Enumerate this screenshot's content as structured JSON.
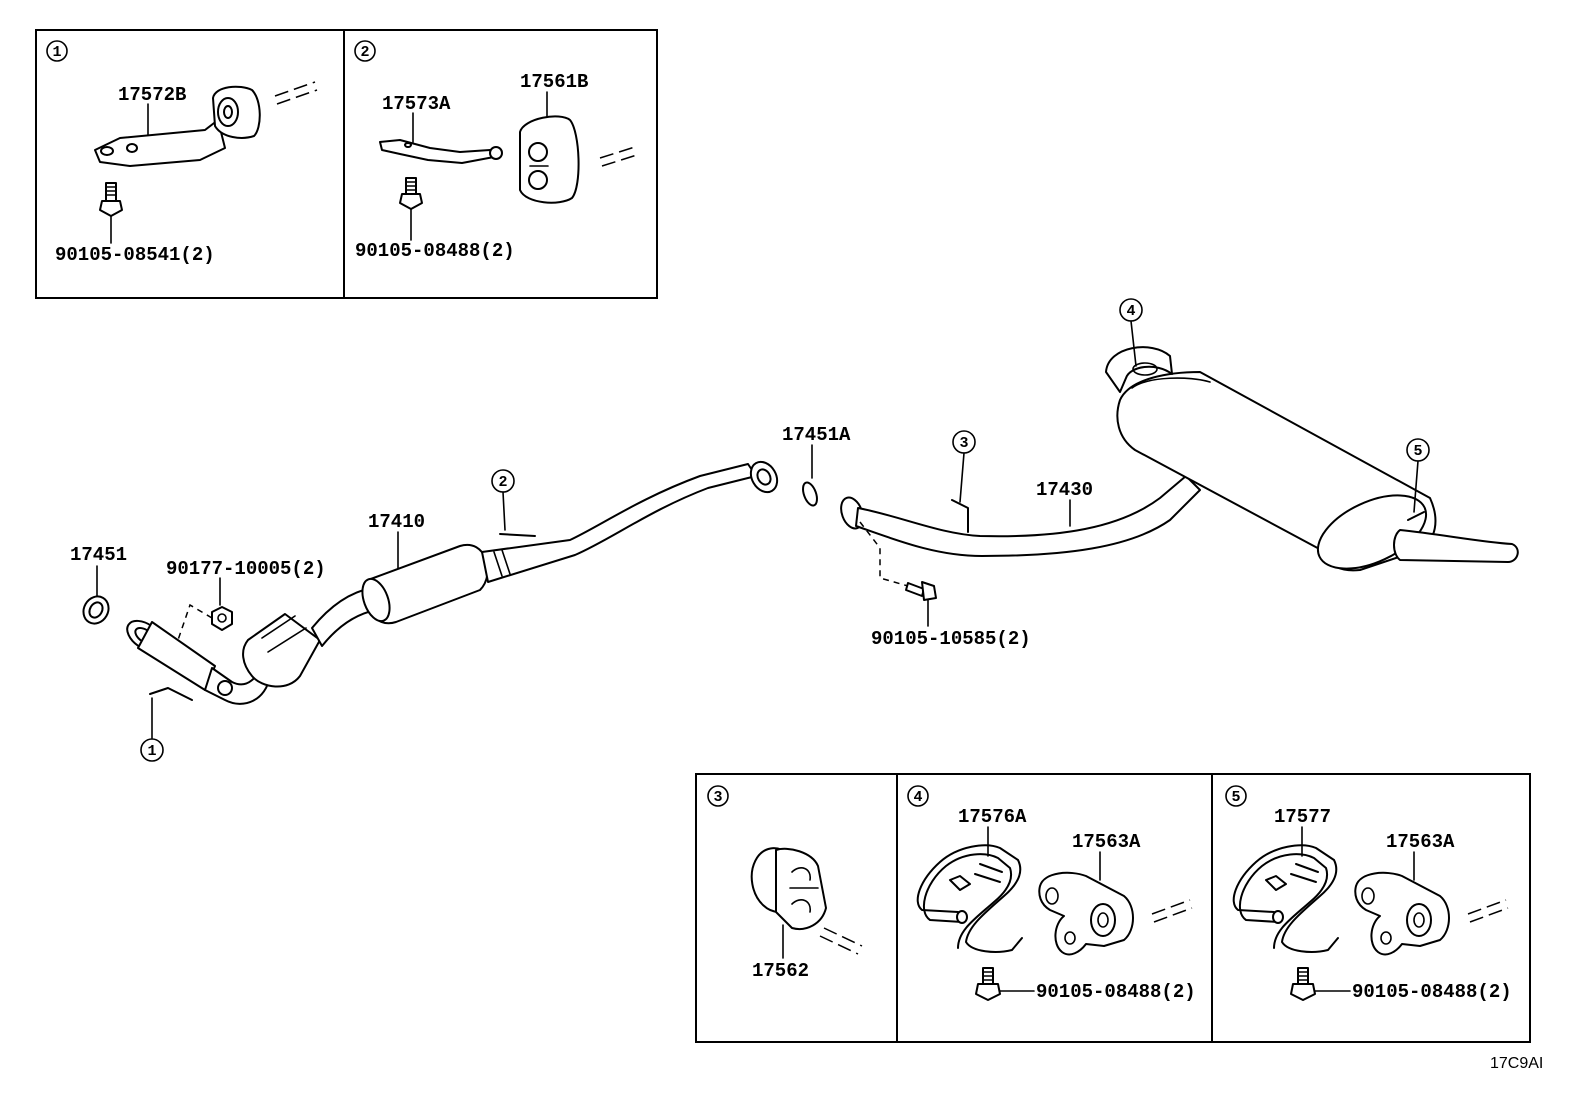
{
  "diagram_code": "17C9AI",
  "callouts": [
    "1",
    "2",
    "3",
    "4",
    "5"
  ],
  "parts": {
    "exhaust_gasket_front": "17451",
    "exhaust_gasket_mid": "17451A",
    "front_pipe": "17410",
    "tail_pipe": "17430",
    "nut_front": "90177-10005(2)",
    "bolt_center": "90105-10585(2)"
  },
  "inset_1": {
    "callout": "1",
    "bracket": "17572B",
    "bolt": "90105-08541(2)"
  },
  "inset_2": {
    "callout": "2",
    "bracket": "17573A",
    "hanger": "17561B",
    "bolt": "90105-08488(2)"
  },
  "inset_3": {
    "callout": "3",
    "hanger": "17562"
  },
  "inset_4": {
    "callout": "4",
    "bracket": "17576A",
    "hanger": "17563A",
    "bolt": "90105-08488(2)"
  },
  "inset_5": {
    "callout": "5",
    "bracket": "17577",
    "hanger": "17563A",
    "bolt": "90105-08488(2)"
  }
}
